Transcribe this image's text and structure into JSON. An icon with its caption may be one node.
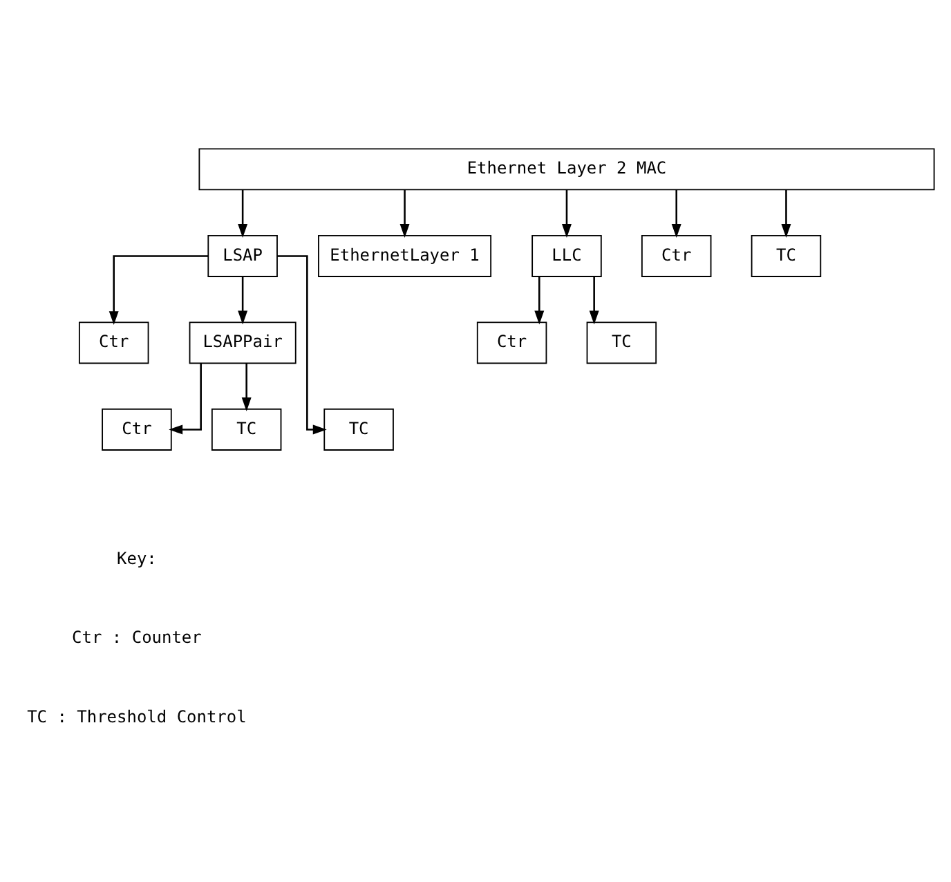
{
  "diagram": {
    "nodes": [
      {
        "text": [
          "Ethernet Layer 2 MAC"
        ]
      },
      {
        "text": [
          "LSAP"
        ]
      },
      {
        "text": [
          "EthernetLayer 1"
        ]
      },
      {
        "text": [
          "LLC"
        ]
      },
      {
        "text": [
          "Ctr"
        ]
      },
      {
        "text": [
          "TC"
        ]
      },
      {
        "text": [
          "Ctr"
        ]
      },
      {
        "text": [
          "LSAPPair"
        ]
      },
      {
        "text": [
          "Ctr"
        ]
      },
      {
        "text": [
          "TC"
        ]
      },
      {
        "text": [
          "TC"
        ]
      },
      {
        "text": [
          "Ctr"
        ]
      },
      {
        "text": [
          "TC"
        ]
      }
    ],
    "edges": [
      {
        "from": 0,
        "to": 1,
        "arrow": "to"
      },
      {
        "from": 0,
        "to": 2,
        "arrow": "to"
      },
      {
        "from": 0,
        "to": 3,
        "arrow": "to"
      },
      {
        "from": 0,
        "to": 4,
        "arrow": "to"
      },
      {
        "from": 0,
        "to": 5,
        "arrow": "to"
      },
      {
        "from": 1,
        "to": 6,
        "arrow": "to"
      },
      {
        "from": 1,
        "to": 10,
        "arrow": "to"
      },
      {
        "from": 1,
        "to": 7,
        "arrow": "to"
      },
      {
        "from": 3,
        "to": 8,
        "arrow": "to"
      },
      {
        "from": 3,
        "to": 9,
        "arrow": "to"
      },
      {
        "from": 7,
        "to": 11,
        "arrow": "to"
      },
      {
        "from": 7,
        "to": 12,
        "arrow": "to"
      }
    ],
    "labels": [
      "Key:",
      "Ctr : Counter",
      "TC : Threshold Control"
    ]
  }
}
